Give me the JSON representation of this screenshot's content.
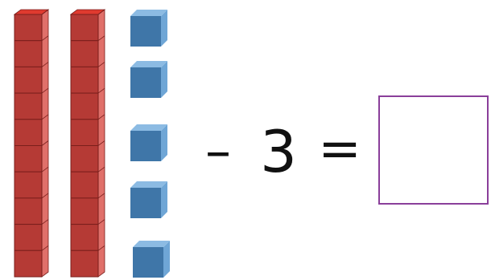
{
  "problem": {
    "blocks": {
      "tens_rods": 2,
      "cubes_per_rod": 10,
      "ones_cubes": 5
    },
    "operator": "–",
    "subtrahend": "3",
    "equals": "=",
    "answer": ""
  },
  "colors": {
    "rod_front": "#b53a35",
    "rod_side": "#e0706a",
    "rod_top": "#e03a2f",
    "rod_line": "#7a1f1c",
    "cube_front": "#3f76a8",
    "cube_side": "#6fa6d6",
    "cube_top": "#8cbbe3",
    "answer_border": "#8a3f9a"
  }
}
